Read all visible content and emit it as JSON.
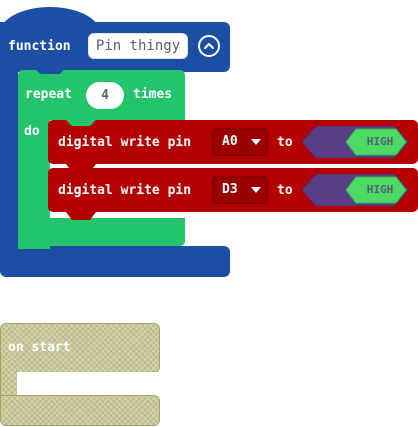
{
  "function_block": {
    "keyword": "function",
    "name": "Pin thingy",
    "color": "#1c4fa3"
  },
  "repeat_block": {
    "keyword": "repeat",
    "count": "4",
    "times_label": "times",
    "do_label": "do",
    "color": "#23c46c"
  },
  "digital_write_blocks": [
    {
      "label": "digital write pin",
      "pin": "A0",
      "to_label": "to",
      "value": "HIGH"
    },
    {
      "label": "digital write pin",
      "pin": "D3",
      "to_label": "to",
      "value": "HIGH"
    }
  ],
  "digital_write_color": "#b30000",
  "toggle_colors": {
    "outer": "#5a3e85",
    "inner": "#4cd964"
  },
  "on_start_block": {
    "label": "on start"
  }
}
